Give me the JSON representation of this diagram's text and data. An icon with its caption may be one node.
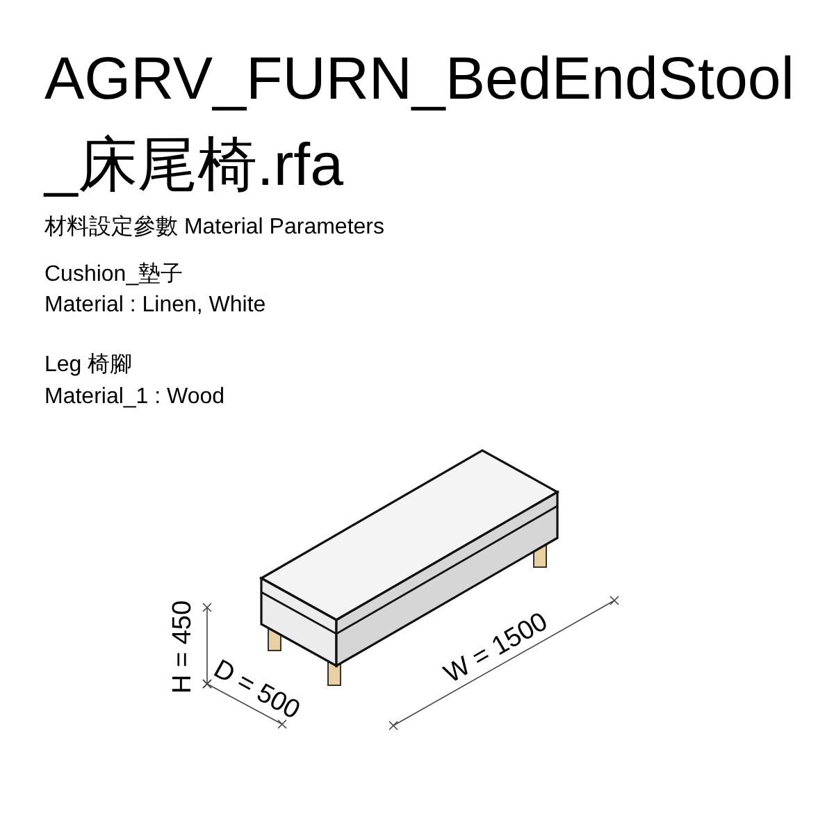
{
  "diagram": {
    "title": "AGRV_FURN_BedEndStool_床尾椅.rfa",
    "labels": [
      "材料設定參數 Material Parameters",
      "Cushion_墊子",
      "Material : Linen, White",
      "Leg 椅腳",
      "Material_1 : Wood",
      "H = 450",
      "D = 500",
      "W = 1500"
    ]
  }
}
